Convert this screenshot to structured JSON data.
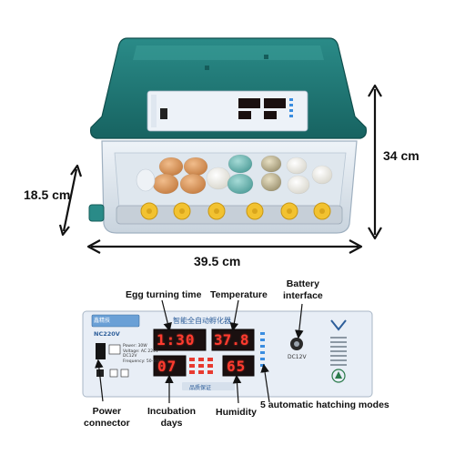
{
  "dimensions": {
    "height": "34 cm",
    "depth": "18.5 cm",
    "width": "39.5 cm"
  },
  "panel": {
    "title_cn": "智能全自动孵化器",
    "brand_cn": "鑫精技",
    "footer_cn": "品质保证",
    "model": "NC220V",
    "dc_label": "DC12V",
    "spec_lines": [
      "Power: 30W",
      "Voltage: AC 220V",
      "DC12V",
      "Frequency: 50-60Hz"
    ],
    "display": {
      "turning_time": "1:30",
      "temperature": "37.8",
      "incubation_days": "07",
      "humidity": "65"
    }
  },
  "annotations": {
    "egg_turning_time": "Egg turning time",
    "temperature": "Temperature",
    "battery_line1": "Battery",
    "battery_line2": "interface",
    "power_line1": "Power",
    "power_line2": "connector",
    "incubation_line1": "Incubation",
    "incubation_line2": "days",
    "humidity": "Humidity",
    "hatching_modes": "5 automatic hatching modes"
  },
  "colors": {
    "lid": "#1f7a78",
    "lid_dark": "#155c5a",
    "panel": "#e8eef6",
    "display_bg": "#1a1010",
    "led": "#ff3b2f",
    "blue_led": "#3a8de0",
    "egg_brown": "#d9935a",
    "egg_white": "#f3f1ea",
    "egg_teal": "#6fb7b3",
    "roller": "#f2c230"
  }
}
